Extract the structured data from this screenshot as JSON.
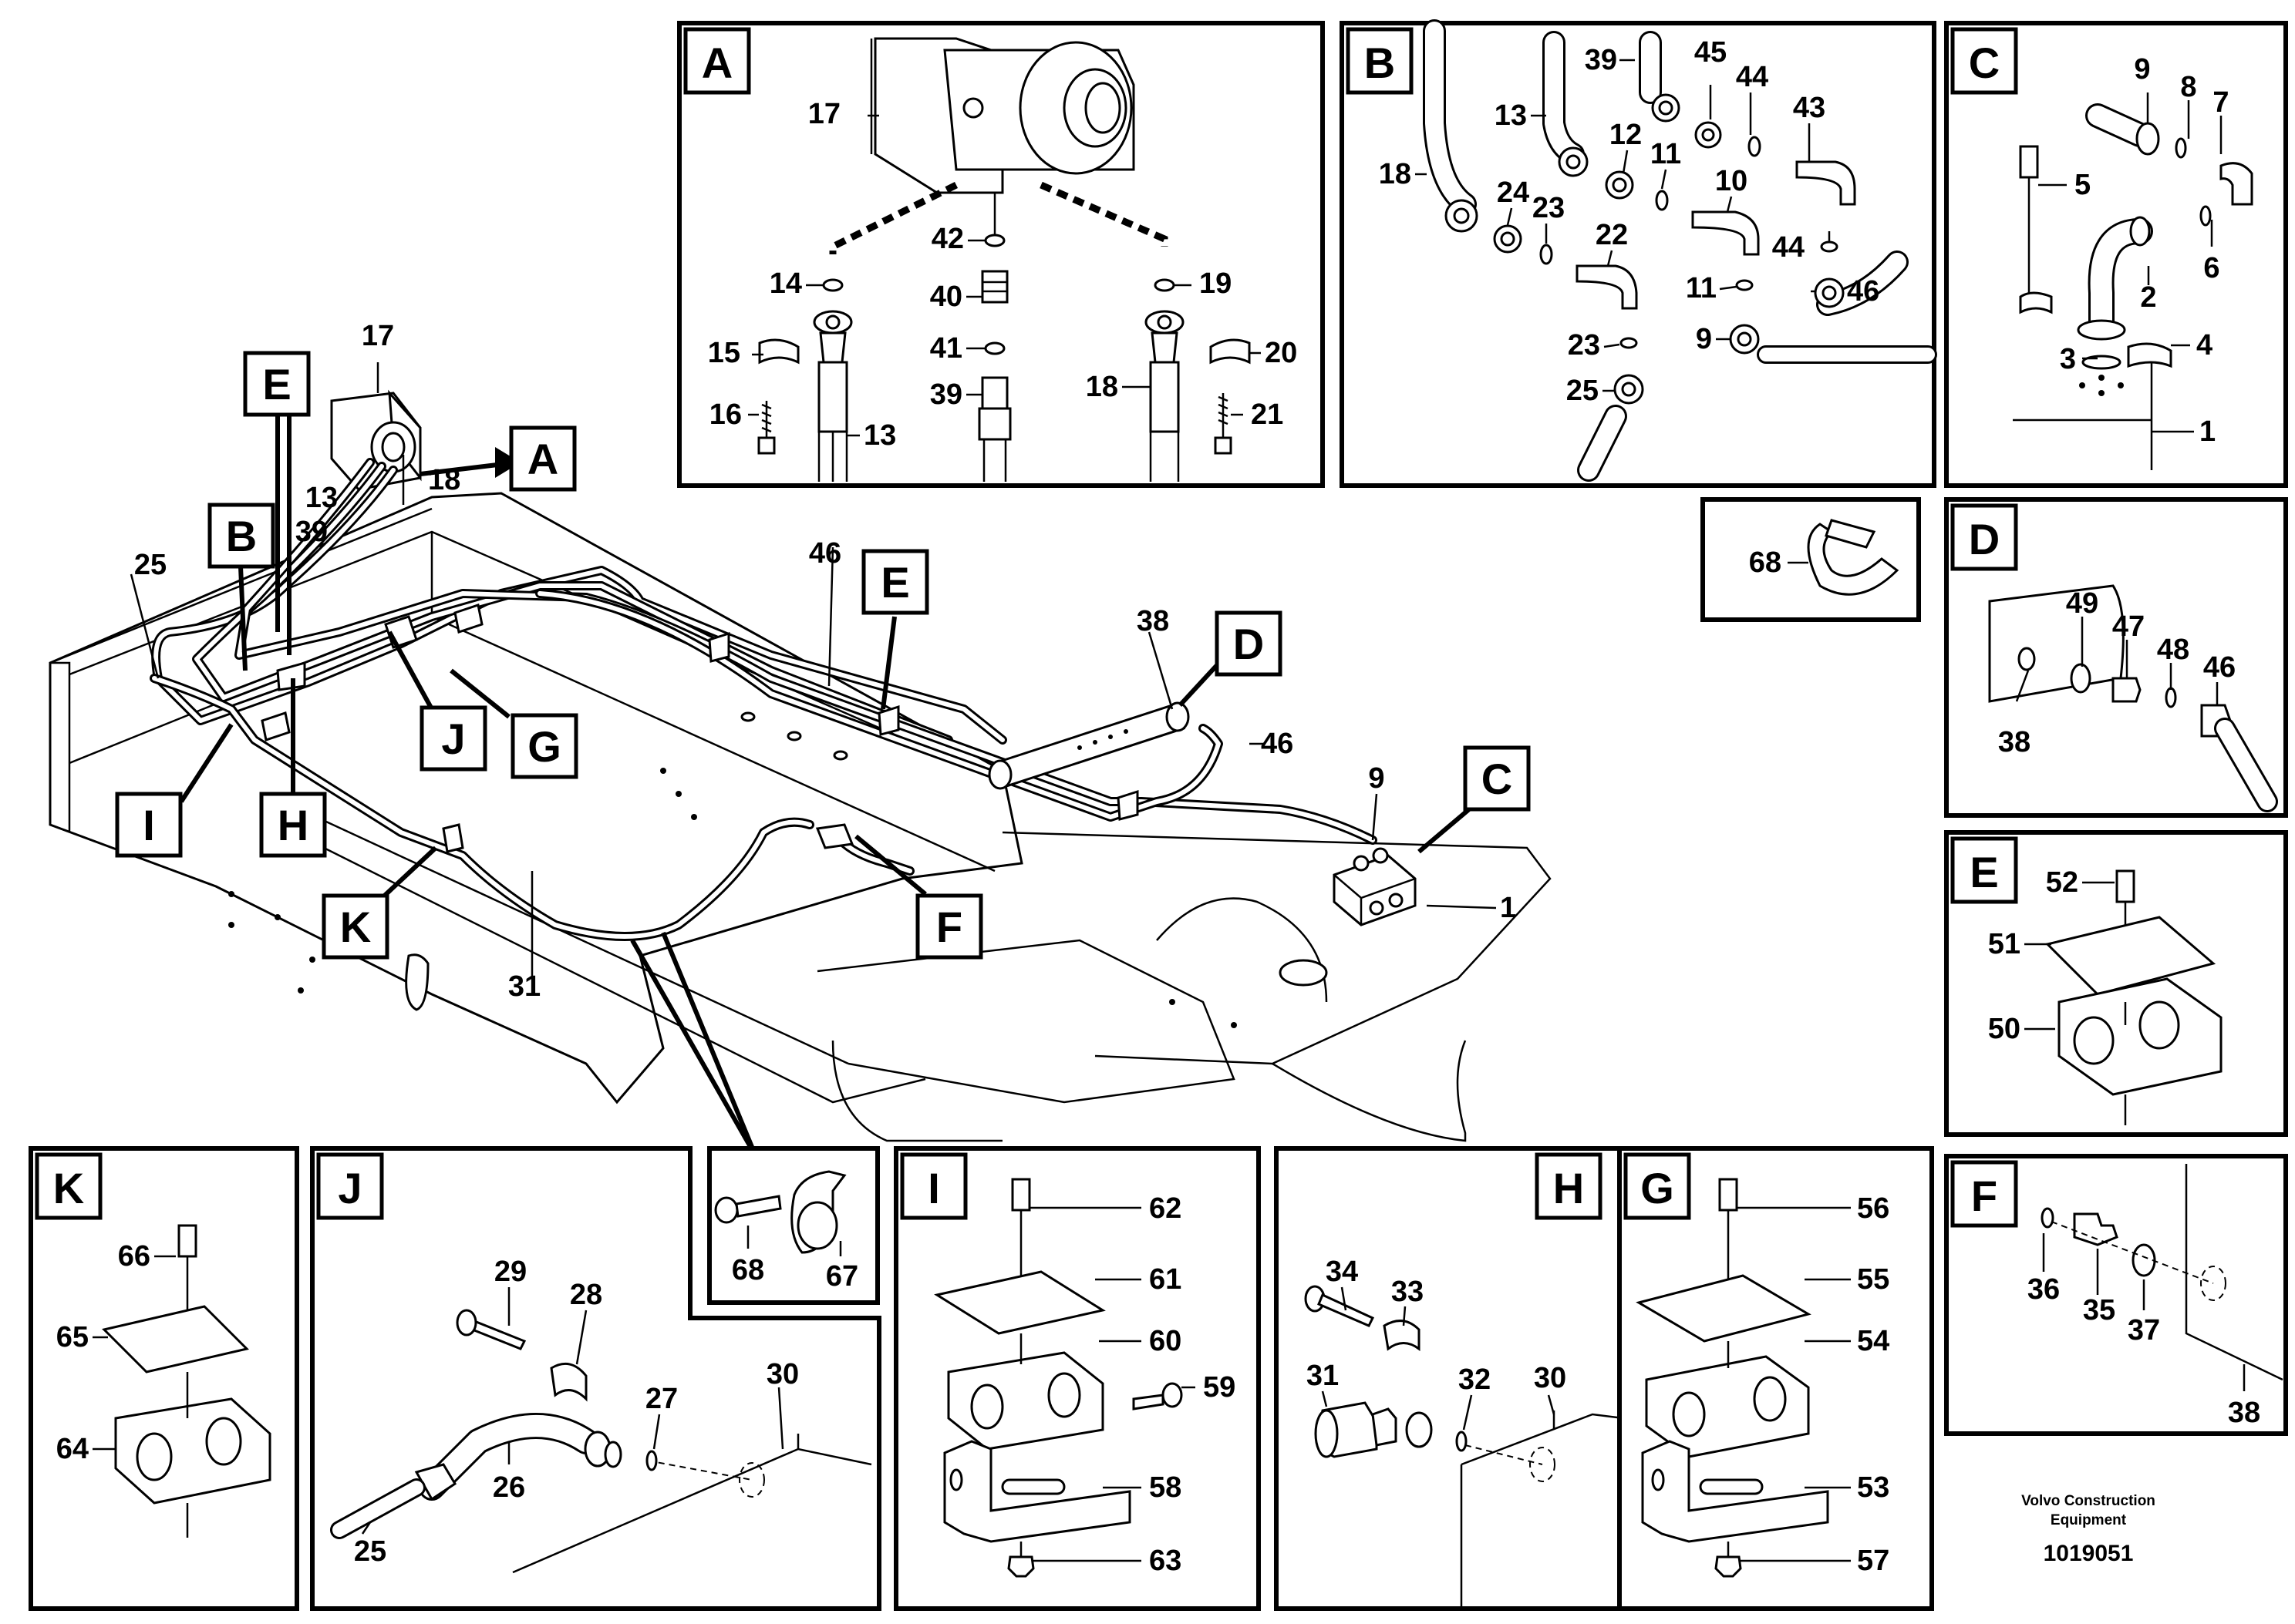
{
  "panels": {
    "A": {
      "letter": "A",
      "labels": [
        "17",
        "42",
        "14",
        "40",
        "19",
        "15",
        "20",
        "41",
        "16",
        "39",
        "18",
        "21",
        "13"
      ]
    },
    "B": {
      "letter": "B",
      "labels": [
        "39",
        "45",
        "44",
        "43",
        "13",
        "12",
        "11",
        "18",
        "24",
        "10",
        "23",
        "44",
        "22",
        "46",
        "11",
        "23",
        "9",
        "25"
      ]
    },
    "C": {
      "letter": "C",
      "labels": [
        "9",
        "8",
        "7",
        "5",
        "6",
        "2",
        "3",
        "4",
        "1"
      ]
    },
    "D": {
      "letter": "D",
      "labels": [
        "49",
        "47",
        "48",
        "46",
        "38"
      ]
    },
    "E": {
      "letter": "E",
      "labels": [
        "52",
        "51",
        "50"
      ]
    },
    "F": {
      "letter": "F",
      "labels": [
        "36",
        "35",
        "37",
        "38"
      ]
    },
    "G": {
      "letter": "G",
      "labels": [
        "56",
        "55",
        "54",
        "53",
        "57"
      ]
    },
    "H": {
      "letter": "H",
      "labels": [
        "34",
        "33",
        "31",
        "32",
        "30"
      ]
    },
    "I": {
      "letter": "I",
      "labels": [
        "62",
        "61",
        "60",
        "59",
        "58",
        "63"
      ]
    },
    "J": {
      "letter": "J",
      "labels": [
        "29",
        "28",
        "27",
        "30",
        "26",
        "25"
      ]
    },
    "K": {
      "letter": "K",
      "labels": [
        "66",
        "65",
        "64"
      ]
    },
    "clip": {
      "labels": [
        "68",
        "67"
      ]
    },
    "strap": {
      "labels": [
        "68"
      ]
    }
  },
  "main": {
    "callouts": [
      "E",
      "B",
      "I",
      "H",
      "J",
      "G",
      "K",
      "F",
      "E",
      "D",
      "C",
      "A"
    ],
    "labels": [
      "17",
      "13",
      "18",
      "39",
      "25",
      "46",
      "38",
      "46",
      "9",
      "1",
      "31"
    ]
  },
  "footer": {
    "company_line1": "Volvo Construction",
    "company_line2": "Equipment",
    "drawing_number": "1019051"
  },
  "colors": {
    "ink": "#000000",
    "paper": "#ffffff"
  }
}
